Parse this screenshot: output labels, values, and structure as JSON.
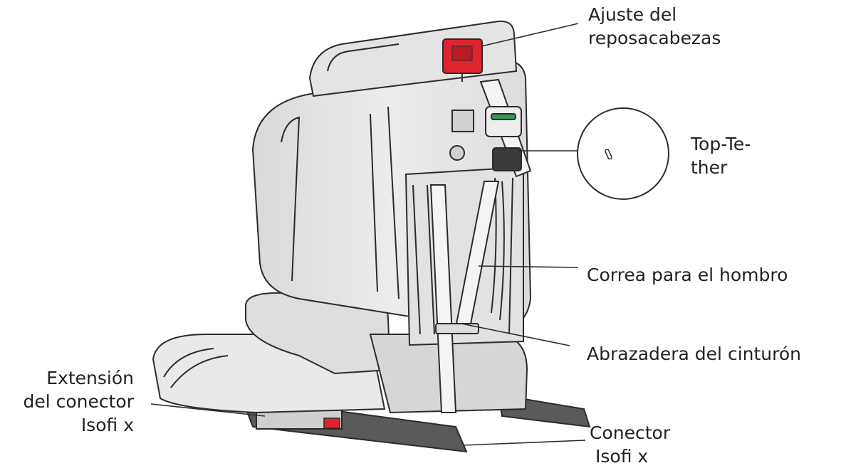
{
  "diagram": {
    "colors": {
      "outline": "#2b2b2b",
      "seat_fill": "#e9e9e9",
      "seat_shade": "#d2d2d2",
      "accent_red": "#e0242e",
      "accent_green": "#2f9a55",
      "rail_fill": "#5a5a5a"
    },
    "labels": {
      "headrest": {
        "line1": "Ajuste del",
        "line2": "reposacabezas"
      },
      "top_tether": {
        "line1": "Top-Te-",
        "line2": "ther"
      },
      "shoulder_strap": {
        "line1": "Correa para el hombro"
      },
      "belt_clamp": {
        "line1": "Abrazadera del cinturón"
      },
      "connector_ext": {
        "line1": "Extensión",
        "line2": "del conector",
        "line3": "Isofi x"
      },
      "connector": {
        "line1": "Conector",
        "line2": "Isofi x"
      }
    }
  }
}
